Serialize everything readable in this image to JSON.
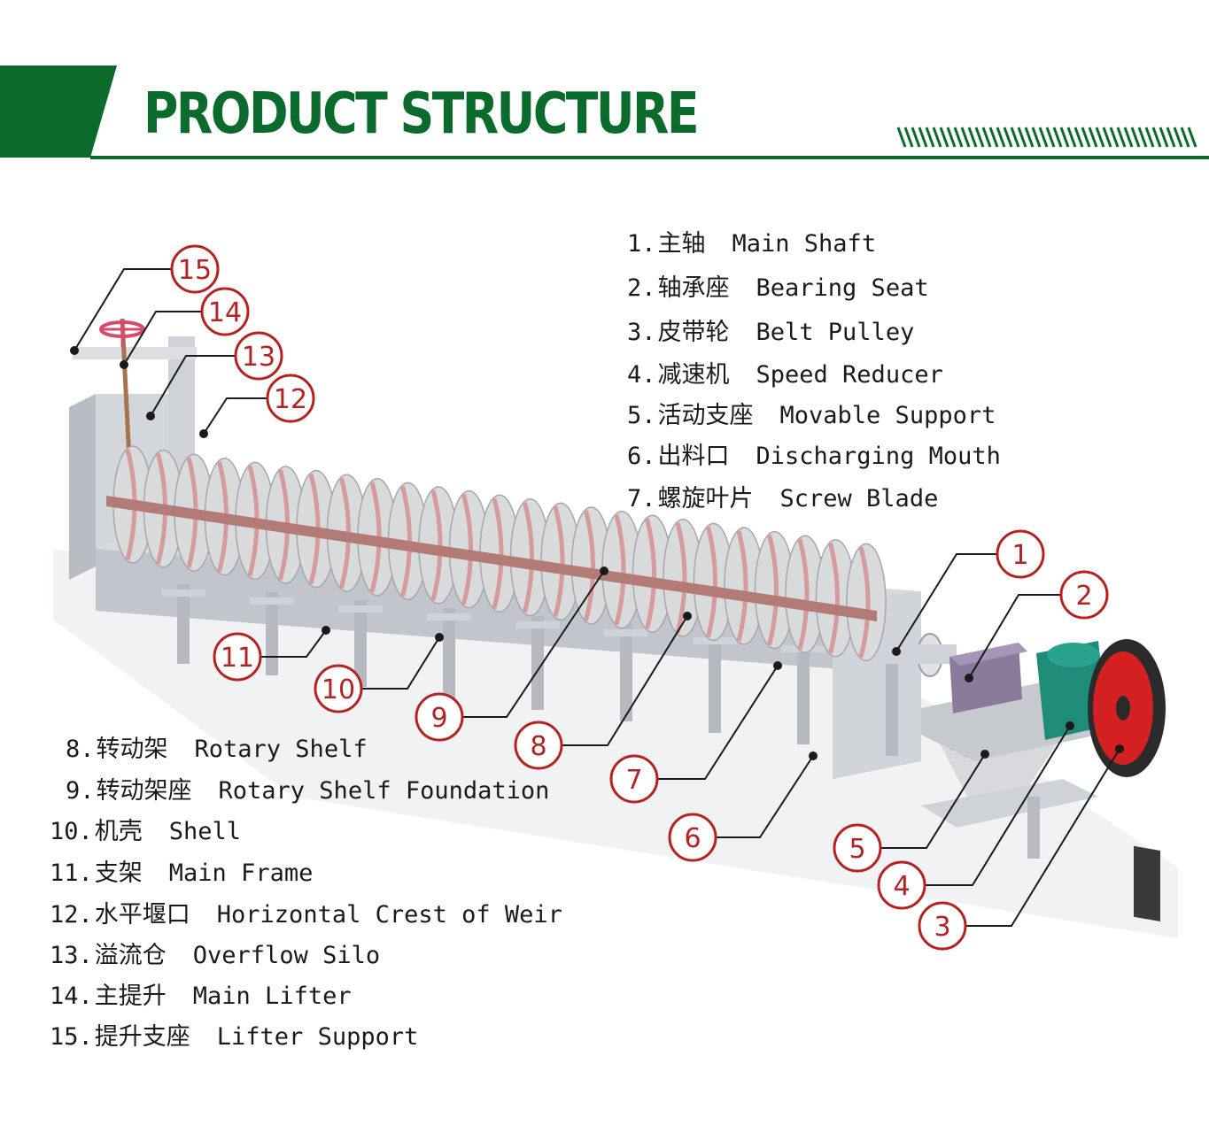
{
  "header": {
    "title": "PRODUCT STRUCTURE",
    "accent_color": "#0b6b2c"
  },
  "parts": [
    {
      "num": "1.",
      "zh": "主轴",
      "en": "Main Shaft",
      "callout": "1"
    },
    {
      "num": "2.",
      "zh": "轴承座",
      "en": "Bearing Seat",
      "callout": "2"
    },
    {
      "num": "3.",
      "zh": "皮带轮",
      "en": "Belt Pulley",
      "callout": "3"
    },
    {
      "num": "4.",
      "zh": "减速机",
      "en": "Speed Reducer",
      "callout": "4"
    },
    {
      "num": "5.",
      "zh": "活动支座",
      "en": "Movable Support",
      "callout": "5"
    },
    {
      "num": "6.",
      "zh": "出料口",
      "en": "Discharging Mouth",
      "callout": "6"
    },
    {
      "num": "7.",
      "zh": "螺旋叶片",
      "en": "Screw Blade",
      "callout": "7"
    },
    {
      "num": "8.",
      "zh": "转动架",
      "en": "Rotary Shelf",
      "callout": "8"
    },
    {
      "num": "9.",
      "zh": "转动架座",
      "en": "Rotary Shelf Foundation",
      "callout": "9"
    },
    {
      "num": "10.",
      "zh": "机壳",
      "en": "Shell",
      "callout": "10"
    },
    {
      "num": "11.",
      "zh": "支架",
      "en": "Main Frame",
      "callout": "11"
    },
    {
      "num": "12.",
      "zh": "水平堰口",
      "en": "Horizontal Crest of Weir",
      "callout": "12"
    },
    {
      "num": "13.",
      "zh": "溢流仓",
      "en": "Overflow Silo",
      "callout": "13"
    },
    {
      "num": "14.",
      "zh": "主提升",
      "en": "Main Lifter",
      "callout": "14"
    },
    {
      "num": "15.",
      "zh": "提升支座",
      "en": "Lifter Support",
      "callout": "15"
    }
  ],
  "colors": {
    "callout_ring": "#b42222",
    "frame_gray": "#c9ccd1",
    "blade_gray": "#d9dadc",
    "blade_pink": "#d79a9a",
    "reducer_teal": "#1f8c7a",
    "pulley_red": "#d42020",
    "bearing_purple": "#8a7a9c"
  }
}
